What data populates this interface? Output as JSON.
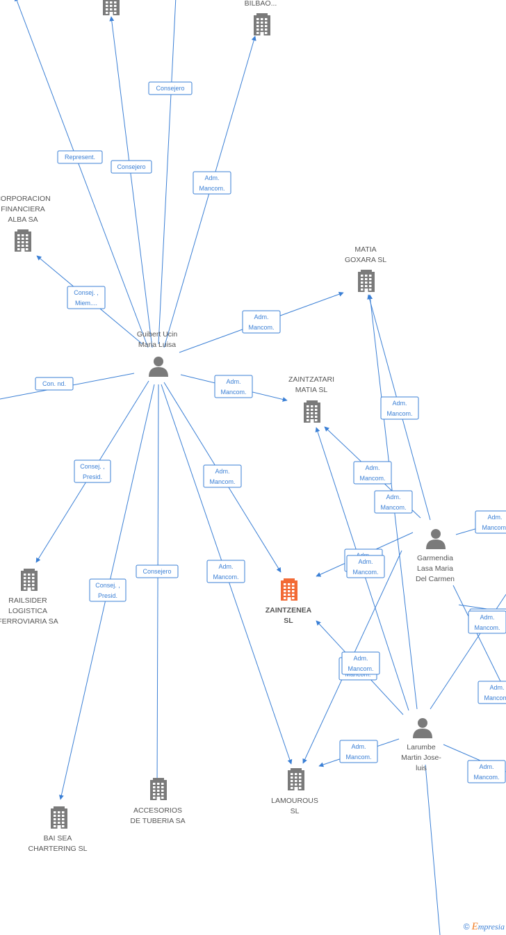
{
  "colors": {
    "edge": "#3a7fd5",
    "building": "#7a7a7a",
    "focus_building": "#f26a35",
    "person": "#7a7a7a"
  },
  "nodes": [
    {
      "id": "top_left_co",
      "type": "company",
      "lines": []
    },
    {
      "id": "bilbao",
      "type": "company",
      "lines": [
        "BILBAO..."
      ]
    },
    {
      "id": "corporacion",
      "type": "company",
      "lines": [
        "CORPORACION",
        "FINANCIERA",
        "ALBA SA"
      ]
    },
    {
      "id": "matia_goxara",
      "type": "company",
      "lines": [
        "MATIA",
        "GOXARA  SL"
      ]
    },
    {
      "id": "guibert",
      "type": "person",
      "lines": [
        "Guibert Ucin",
        "Maria Luisa"
      ]
    },
    {
      "id": "zaintzatari",
      "type": "company",
      "lines": [
        "ZAINTZATARI",
        "MATIA  SL"
      ]
    },
    {
      "id": "railsider",
      "type": "company",
      "lines": [
        "RAILSIDER",
        "LOGISTICA",
        "FERROVIARIA SA"
      ]
    },
    {
      "id": "zaintzenea",
      "type": "focus",
      "lines": [
        "ZAINTZENEA",
        "SL"
      ]
    },
    {
      "id": "garmendia",
      "type": "person",
      "lines": [
        "Garmendia",
        "Lasa Maria",
        "Del Carmen"
      ]
    },
    {
      "id": "larumbe",
      "type": "person",
      "lines": [
        "Larumbe",
        "Martin Jose-",
        "luis"
      ]
    },
    {
      "id": "accesorios",
      "type": "company",
      "lines": [
        "ACCESORIOS",
        "DE TUBERIA SA"
      ]
    },
    {
      "id": "lamourous",
      "type": "company",
      "lines": [
        "LAMOUROUS",
        "SL"
      ]
    },
    {
      "id": "baisea",
      "type": "company",
      "lines": [
        "BAI SEA",
        "CHARTERING SL"
      ]
    }
  ],
  "edges": [
    {
      "label": [
        "Consejero"
      ]
    },
    {
      "label": [
        "Represent."
      ]
    },
    {
      "label": [
        "Consejero"
      ]
    },
    {
      "label": [
        "Adm.",
        "Mancom."
      ]
    },
    {
      "label": [
        "Consej. ,",
        "Miem...."
      ]
    },
    {
      "label": [
        "Adm.",
        "Mancom."
      ]
    },
    {
      "label": [
        "Con.  nd."
      ]
    },
    {
      "label": [
        "Adm.",
        "Mancom."
      ]
    },
    {
      "label": [
        "Consej. ,",
        "Presid."
      ]
    },
    {
      "label": [
        "Adm.",
        "Mancom."
      ]
    },
    {
      "label": [
        "Consejero"
      ]
    },
    {
      "label": [
        "Adm.",
        "Mancom."
      ]
    },
    {
      "label": [
        "Consej. ,",
        "Presid."
      ]
    },
    {
      "label": [
        "Adm.",
        "Mancom."
      ]
    },
    {
      "label": [
        "Adm.",
        "Mancom."
      ]
    },
    {
      "label": [
        "Adm.",
        "Mancom."
      ]
    },
    {
      "label": [
        "Adm.",
        "Mancom."
      ]
    },
    {
      "label": [
        "Adm.",
        "Mancom."
      ]
    },
    {
      "label": [
        "Adm.",
        "Mancom."
      ]
    },
    {
      "label": [
        "Adm.",
        "Mancom."
      ]
    },
    {
      "label": [
        "Adm.",
        "Mancom."
      ]
    },
    {
      "label": [
        "Adm.",
        "Mancom."
      ]
    },
    {
      "label": [
        "Adm.",
        "Mancom."
      ]
    },
    {
      "label": [
        "Adm.",
        "Mancom."
      ]
    },
    {
      "label": [
        "Adm.",
        "Mancom."
      ]
    },
    {
      "label": [
        "Adm.",
        "Mancom."
      ]
    },
    {
      "label": []
    },
    {
      "label": []
    }
  ],
  "brand": {
    "copyright": "©",
    "initial": "E",
    "rest": "mpresia"
  }
}
